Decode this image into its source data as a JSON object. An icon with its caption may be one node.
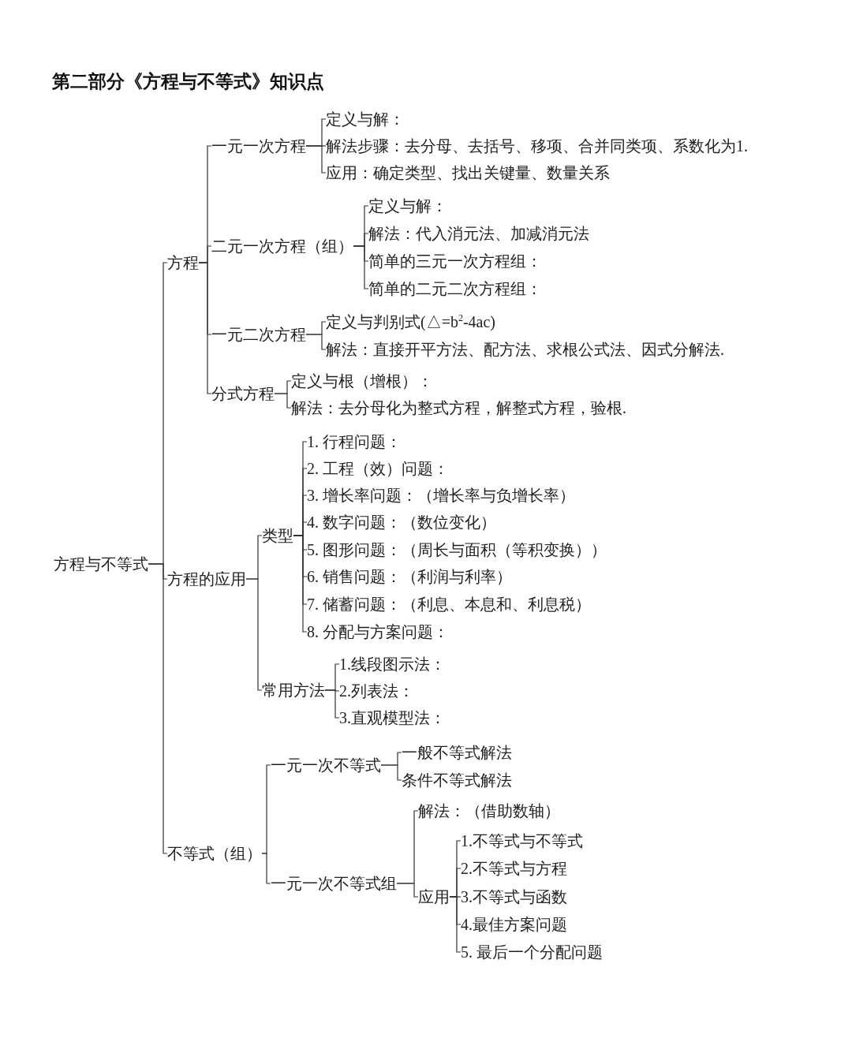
{
  "diagram": {
    "title": "第二部分《方程与不等式》知识点",
    "nodes": [
      {
        "text": [
          "方程与不等式"
        ]
      },
      {
        "text": [
          "方程"
        ]
      },
      {
        "text": [
          "一元一次方程"
        ]
      },
      {
        "text": [
          "定义与解："
        ]
      },
      {
        "text": [
          "解法步骤：去分母、去括号、移项、合并同类项、系数化为1."
        ]
      },
      {
        "text": [
          "应用：确定类型、找出关键量、数量关系"
        ]
      },
      {
        "text": [
          "二元一次方程（组）"
        ]
      },
      {
        "text": [
          "定义与解："
        ]
      },
      {
        "text": [
          "解法：代入消元法、加减消元法"
        ]
      },
      {
        "text": [
          "简单的三元一次方程组："
        ]
      },
      {
        "text": [
          "简单的二元二次方程组："
        ]
      },
      {
        "text": [
          "一元二次方程"
        ]
      },
      {
        "text": [
          "定义与判别式(△=b$^{2}$-4ac)"
        ]
      },
      {
        "text": [
          "解法：直接开平方法、配方法、求根公式法、因式分解法."
        ]
      },
      {
        "text": [
          "分式方程"
        ]
      },
      {
        "text": [
          "定义与根（增根）："
        ]
      },
      {
        "text": [
          "解法：去分母化为整式方程，解整式方程，验根."
        ]
      },
      {
        "text": [
          "方程的应用"
        ]
      },
      {
        "text": [
          "类型"
        ]
      },
      {
        "text": [
          "1. 行程问题："
        ]
      },
      {
        "text": [
          "2. 工程（效）问题："
        ]
      },
      {
        "text": [
          "3. 增长率问题：（增长率与负增长率）"
        ]
      },
      {
        "text": [
          "4. 数字问题：（数位变化）"
        ]
      },
      {
        "text": [
          "5. 图形问题：（周长与面积（等积变换））"
        ]
      },
      {
        "text": [
          "6. 销售问题：（利润与利率）"
        ]
      },
      {
        "text": [
          "7. 储蓄问题：（利息、本息和、利息税）"
        ]
      },
      {
        "text": [
          "8. 分配与方案问题："
        ]
      },
      {
        "text": [
          "常用方法"
        ]
      },
      {
        "text": [
          "1.线段图示法："
        ]
      },
      {
        "text": [
          "2.列表法："
        ]
      },
      {
        "text": [
          "3.直观模型法："
        ]
      },
      {
        "text": [
          "不等式（组）"
        ]
      },
      {
        "text": [
          "一元一次不等式"
        ]
      },
      {
        "text": [
          "一般不等式解法"
        ]
      },
      {
        "text": [
          "条件不等式解法"
        ]
      },
      {
        "text": [
          "一元一次不等式组"
        ]
      },
      {
        "text": [
          "解法：（借助数轴）"
        ]
      },
      {
        "text": [
          "应用"
        ]
      },
      {
        "text": [
          "1.不等式与不等式"
        ]
      },
      {
        "text": [
          "2.不等式与方程"
        ]
      },
      {
        "text": [
          "3.不等式与函数"
        ]
      },
      {
        "text": [
          "4.最佳方案问题"
        ]
      },
      {
        "text": [
          "5. 最后一个分配问题"
        ]
      }
    ],
    "edges": [
      {
        "from": 0,
        "to": 1,
        "arrow": "none"
      },
      {
        "from": 0,
        "to": 17,
        "arrow": "none"
      },
      {
        "from": 0,
        "to": 31,
        "arrow": "none"
      },
      {
        "from": 1,
        "to": 2,
        "arrow": "none"
      },
      {
        "from": 1,
        "to": 6,
        "arrow": "none"
      },
      {
        "from": 1,
        "to": 11,
        "arrow": "none"
      },
      {
        "from": 1,
        "to": 14,
        "arrow": "none"
      },
      {
        "from": 2,
        "to": 3,
        "arrow": "none"
      },
      {
        "from": 2,
        "to": 4,
        "arrow": "none"
      },
      {
        "from": 2,
        "to": 5,
        "arrow": "none"
      },
      {
        "from": 6,
        "to": 7,
        "arrow": "none"
      },
      {
        "from": 6,
        "to": 8,
        "arrow": "none"
      },
      {
        "from": 6,
        "to": 9,
        "arrow": "none"
      },
      {
        "from": 6,
        "to": 10,
        "arrow": "none"
      },
      {
        "from": 11,
        "to": 12,
        "arrow": "none"
      },
      {
        "from": 11,
        "to": 13,
        "arrow": "none"
      },
      {
        "from": 14,
        "to": 15,
        "arrow": "none"
      },
      {
        "from": 14,
        "to": 16,
        "arrow": "none"
      },
      {
        "from": 17,
        "to": 18,
        "arrow": "none"
      },
      {
        "from": 17,
        "to": 27,
        "arrow": "none"
      },
      {
        "from": 18,
        "to": 19,
        "arrow": "none"
      },
      {
        "from": 18,
        "to": 20,
        "arrow": "none"
      },
      {
        "from": 18,
        "to": 21,
        "arrow": "none"
      },
      {
        "from": 18,
        "to": 22,
        "arrow": "none"
      },
      {
        "from": 18,
        "to": 23,
        "arrow": "none"
      },
      {
        "from": 18,
        "to": 24,
        "arrow": "none"
      },
      {
        "from": 18,
        "to": 25,
        "arrow": "none"
      },
      {
        "from": 18,
        "to": 26,
        "arrow": "none"
      },
      {
        "from": 27,
        "to": 28,
        "arrow": "none"
      },
      {
        "from": 27,
        "to": 29,
        "arrow": "none"
      },
      {
        "from": 27,
        "to": 30,
        "arrow": "none"
      },
      {
        "from": 31,
        "to": 32,
        "arrow": "none"
      },
      {
        "from": 31,
        "to": 35,
        "arrow": "none"
      },
      {
        "from": 32,
        "to": 33,
        "arrow": "none"
      },
      {
        "from": 32,
        "to": 34,
        "arrow": "none"
      },
      {
        "from": 35,
        "to": 36,
        "arrow": "none"
      },
      {
        "from": 35,
        "to": 37,
        "arrow": "none"
      },
      {
        "from": 37,
        "to": 38,
        "arrow": "none"
      },
      {
        "from": 37,
        "to": 39,
        "arrow": "none"
      },
      {
        "from": 37,
        "to": 40,
        "arrow": "none"
      },
      {
        "from": 37,
        "to": 41,
        "arrow": "none"
      },
      {
        "from": 37,
        "to": 42,
        "arrow": "none"
      }
    ]
  }
}
